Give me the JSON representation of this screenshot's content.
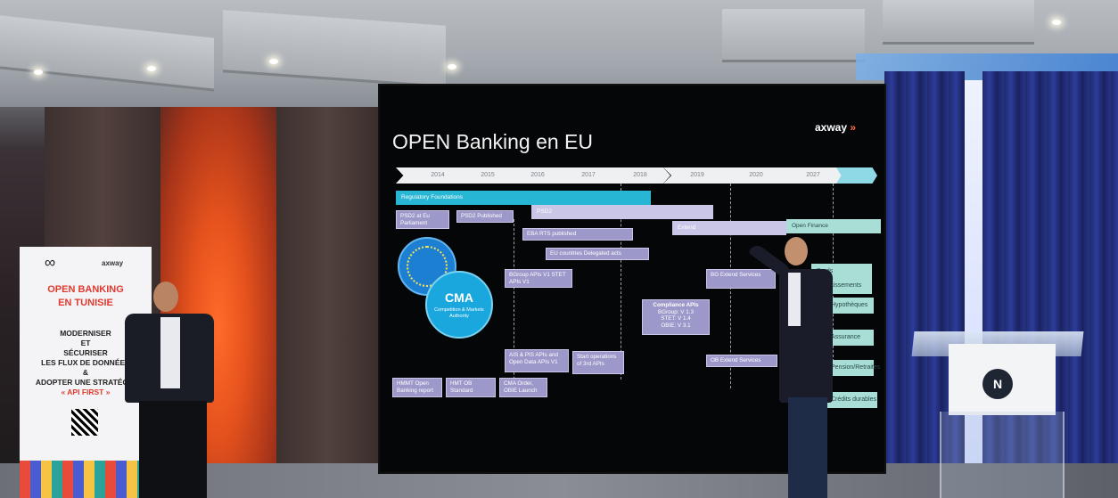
{
  "slide": {
    "title": "OPEN Banking en EU",
    "logo": "axway",
    "timeline_years": [
      "2014",
      "2015",
      "2016",
      "2017",
      "2018",
      "2019",
      "2020",
      "2027"
    ],
    "bars": {
      "regulatory": "Regulatory Foundations",
      "psd2": "PSD2",
      "extend": "Extend",
      "open_finance": "Open Finance"
    },
    "boxes": {
      "psd2_parliament": "PSD2 at Eu Parliament",
      "psd2_published": "PSD2 Published",
      "eba_rts": "EBA RTS published",
      "eu_delegated": "EU countries Delegated acts",
      "bgroup_stet": "BGroup  APIs V1 STET APIs V1",
      "compliance_title": "Compliance APIs",
      "compliance_lines": "BGroup: V 1.3\nSTET: V 1.4\nOBIE: V 3.1",
      "bg_extend": "BG Extend Services",
      "ob_extend": "OB Extend Services",
      "ais_pis": "AIS & PIS APIs and Open Data APIs V1",
      "start_ops": "Start operations of 3rd APIs",
      "hmmt_report": "HMMT Open Banking report",
      "hmt_standard": "HMT OB Standard",
      "cma_order": "CMA Order, OBIE Launch"
    },
    "right_tags": [
      "Prods",
      "Investissements",
      "Hypothèques",
      "Assurance",
      "Pension/Retraites",
      "Crédits durables"
    ],
    "cma": {
      "label": "CMA",
      "sub": "Competition & Markets Authority"
    }
  },
  "banner": {
    "brand": "axway",
    "title1": "OPEN BANKING",
    "title2": "EN TUNISIE",
    "lines": [
      "MODERNISER",
      "ET",
      "SÉCURISER",
      "LES FLUX DE DONNÉES",
      "&",
      "ADOPTER UNE STRATÉGIE"
    ],
    "api_first": "« API FIRST »"
  },
  "lectern": {
    "logo": "N"
  }
}
